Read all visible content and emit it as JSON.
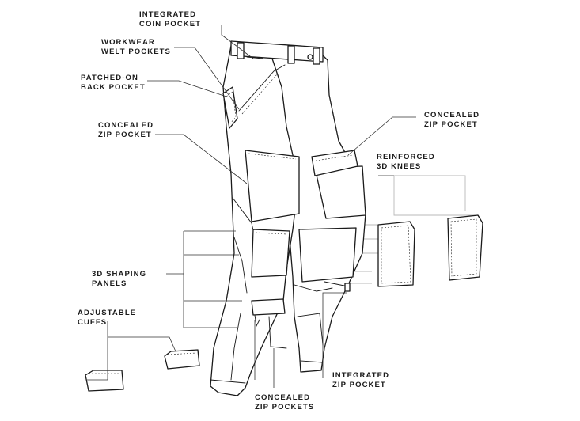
{
  "labels": {
    "coin_pocket": "INTEGRATED\nCOIN POCKET",
    "welt_pockets": "WORKWEAR\nWELT POCKETS",
    "back_pocket": "PATCHED-ON\nBACK POCKET",
    "concealed_zip_left": "CONCEALED\nZIP POCKET",
    "concealed_zip_right": "CONCEALED\nZIP POCKET",
    "reinforced_knees": "REINFORCED\n3D KNEES",
    "shaping_panels": "3D SHAPING\nPANELS",
    "adjustable_cuffs": "ADJUSTABLE\nCUFFS",
    "integrated_zip": "INTEGRATED\nZIP POCKET",
    "concealed_zip_pockets": "CONCEALED\nZIP POCKETS"
  },
  "colors": {
    "line": "#1a1a1a",
    "guide": "#b9b9b9",
    "background": "#ffffff"
  }
}
